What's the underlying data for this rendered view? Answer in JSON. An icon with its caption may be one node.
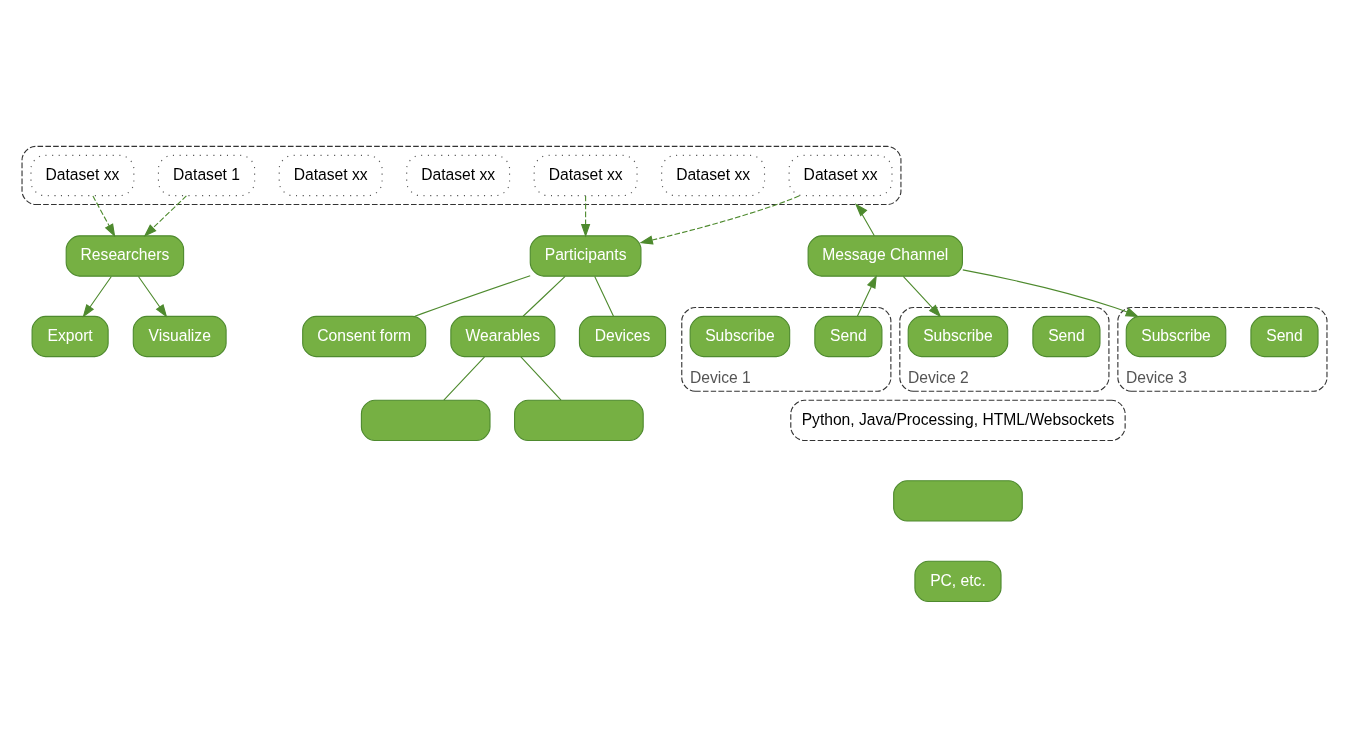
{
  "diagram": {
    "nodes": [
      {
        "text": [],
        "shape": "box"
      },
      {
        "text": [
          "Dataset xx"
        ],
        "in": 0
      },
      {
        "text": [
          "Dataset xx"
        ],
        "in": 0
      },
      {
        "text": [
          "Dataset xx"
        ],
        "in": 0
      },
      {
        "text": [
          "Dataset xx"
        ],
        "in": 0
      },
      {
        "text": [
          "Dataset xx"
        ],
        "in": 0
      },
      {
        "text": [
          "Dataset 1"
        ],
        "in": 0
      },
      {
        "text": [
          "Dataset xx"
        ],
        "in": 0
      },
      {
        "text": [
          "Export"
        ]
      },
      {
        "text": [
          "Visualize"
        ]
      },
      {
        "text": [
          "Researchers"
        ]
      },
      {
        "text": [
          "Participants"
        ]
      },
      {
        "text": [
          "Consent form"
        ]
      },
      {
        "text": [
          "Wearables"
        ]
      },
      {
        "text": [],
        "shape": "box"
      },
      {
        "text": [],
        "shape": "box"
      },
      {
        "text": [
          "Devices"
        ]
      },
      {
        "text": [
          "Message Channel"
        ]
      },
      {
        "text": [
          "Device 1"
        ]
      },
      {
        "text": [
          "Send"
        ],
        "in": 18
      },
      {
        "text": [
          "Subscribe"
        ],
        "in": 18
      },
      {
        "text": [
          "Device 2"
        ]
      },
      {
        "text": [
          "Send"
        ],
        "in": 21
      },
      {
        "text": [
          "Subscribe"
        ],
        "in": 21
      },
      {
        "text": [
          "Device 3"
        ]
      },
      {
        "text": [
          "Send"
        ],
        "in": 24
      },
      {
        "text": [
          "Subscribe"
        ],
        "in": 24
      },
      {
        "text": [
          "Python, Java/Processing, HTML/Websockets"
        ]
      },
      {
        "text": [],
        "shape": "box"
      },
      {
        "text": [
          "PC, etc."
        ]
      }
    ],
    "edges": [
      {
        "from": 10,
        "to": 8,
        "arrow": "to"
      },
      {
        "from": 10,
        "to": 9,
        "arrow": "to"
      },
      {
        "from": 1,
        "to": 10,
        "arrow": "to",
        "style": "dashed"
      },
      {
        "from": 6,
        "to": 10,
        "arrow": "to",
        "style": "dashed"
      },
      {
        "from": 3,
        "to": 11,
        "arrow": "to",
        "style": "dashed"
      },
      {
        "from": 7,
        "to": 11,
        "arrow": "to",
        "style": "dashed"
      },
      {
        "from": 11,
        "to": 12,
        "arrow": "none"
      },
      {
        "from": 11,
        "to": 13,
        "arrow": "none"
      },
      {
        "from": 11,
        "to": 16,
        "arrow": "none"
      },
      {
        "from": 13,
        "to": 14,
        "arrow": "none"
      },
      {
        "from": 13,
        "to": 15,
        "arrow": "none"
      },
      {
        "from": 17,
        "to": 0,
        "arrow": "to"
      },
      {
        "from": 19,
        "to": 17,
        "arrow": "to"
      },
      {
        "from": 17,
        "to": 23,
        "arrow": "to"
      },
      {
        "from": 17,
        "to": 26,
        "arrow": "to"
      }
    ]
  }
}
